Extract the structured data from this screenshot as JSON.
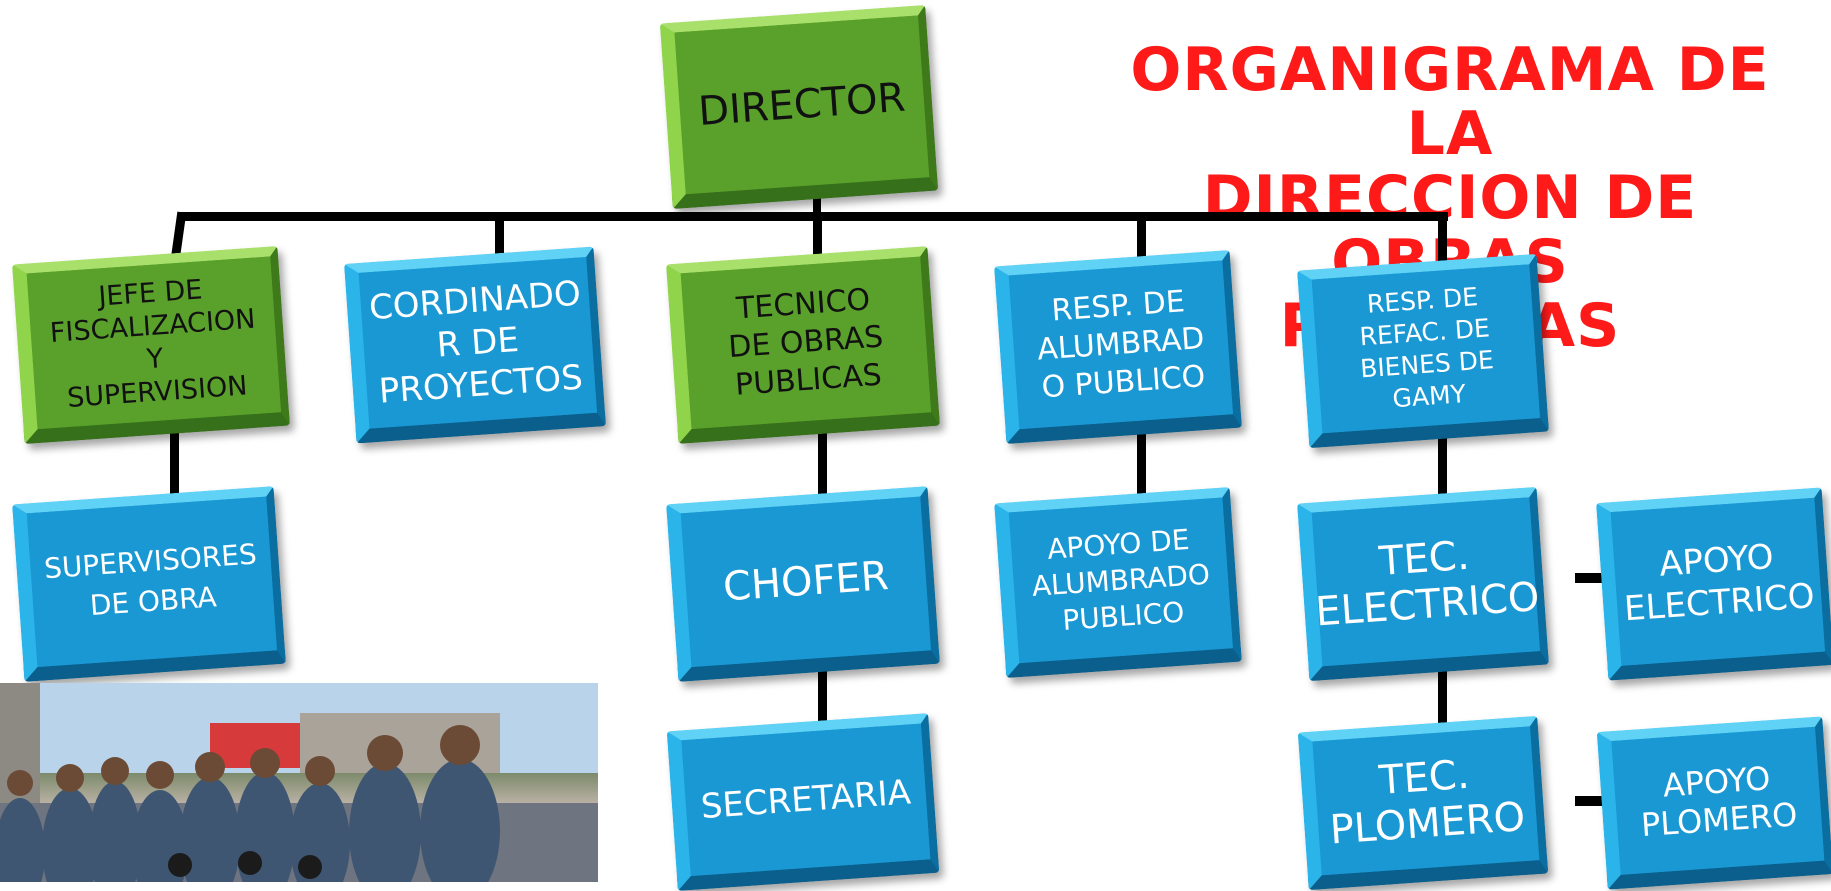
{
  "title": {
    "lines": [
      "ORGANIGRAMA DE LA",
      "DIRECCION DE OBRAS",
      "PUBLICAS"
    ],
    "color": "#ff1a1a"
  },
  "colors": {
    "blue_box": "#1a98d3",
    "green_box": "#5aa12c",
    "connector": "#000000"
  },
  "nodes": {
    "director": "DIRECTOR",
    "jefe_fiscalizacion": "JEFE DE\nFISCALIZACION Y\nSUPERVISION",
    "coordinador_proyectos": "CORDINADO\nR DE\nPROYECTOS",
    "tecnico_obras": "TECNICO\nDE OBRAS\nPUBLICAS",
    "resp_alumbrado": "RESP. DE\nALUMBRAD\nO PUBLICO",
    "resp_refaccion": "RESP. DE\nREFAC. DE\nBIENES DE\nGAMY",
    "supervisores_obra": "SUPERVISORES\nDE OBRA",
    "chofer": "CHOFER",
    "secretaria": "SECRETARIA",
    "apoyo_alumbrado": "APOYO DE\nALUMBRADO\nPUBLICO",
    "tec_electrico": "TEC.\nELECTRICO",
    "apoyo_electrico": "APOYO\nELECTRICO",
    "tec_plomero": "TEC.\nPLOMERO",
    "apoyo_plomero": "APOYO\nPLOMERO"
  },
  "photo": {
    "description_icon": "group-photo-icon"
  }
}
